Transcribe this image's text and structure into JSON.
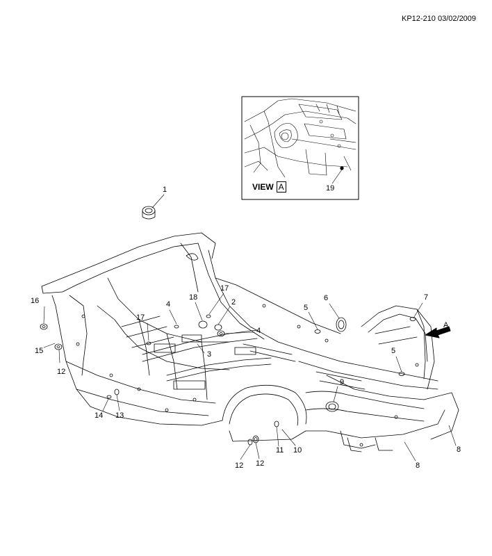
{
  "header": {
    "reference": "KP12-210 03/02/2009"
  },
  "inset": {
    "view_word": "VIEW",
    "view_letter": "A",
    "callout": "19"
  },
  "direction_arrow": {
    "letter": "A"
  },
  "callouts": [
    "1",
    "2",
    "3",
    "4",
    "4",
    "5",
    "5",
    "6",
    "7",
    "8",
    "8",
    "9",
    "10",
    "11",
    "12",
    "12",
    "12",
    "13",
    "14",
    "15",
    "16",
    "17",
    "17",
    "18"
  ],
  "colors": {
    "line": "#000000",
    "background": "#ffffff"
  }
}
